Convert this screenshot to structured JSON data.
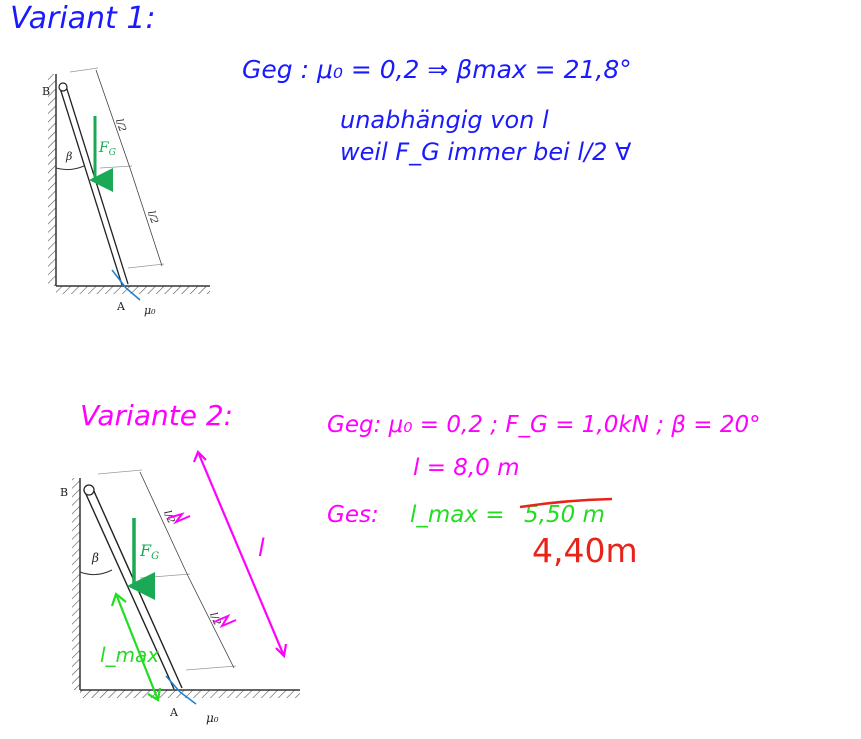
{
  "variant1": {
    "title": "Variant 1:",
    "given": "Geg : μ₀ = 0,2   ⇒  βmax = 21,8°",
    "note_line1": "unabhängig von l",
    "note_line2": "weil F_G immer bei l/2 ∀",
    "figure": {
      "point_b": "B",
      "point_a": "A",
      "angle": "β",
      "force": "F",
      "force_sub": "G",
      "friction": "μ₀",
      "half_length": "l/2"
    }
  },
  "variant2": {
    "title": "Variante 2:",
    "given_line1": "Geg:  μ₀ = 0,2  ;  F_G = 1,0kN  ;  β = 20°",
    "given_line2": "l = 8,0 m",
    "sought_label": "Ges:",
    "sought_expr": "l_max =",
    "struck_answer": "5,50 m",
    "corrected_answer": "4,40m",
    "figure": {
      "point_b": "B",
      "point_a": "A",
      "angle": "β",
      "force": "F",
      "force_sub": "G",
      "friction": "μ₀",
      "length_label": "l",
      "lmax_label": "l_max",
      "half_length": "l/2"
    }
  },
  "colors": {
    "blue": "#1a1aff",
    "pink": "#ff00ff",
    "green": "#22dd22",
    "red": "#e8231a",
    "force_green": "#1aaa55",
    "friction_blue": "#1e7fd0"
  }
}
